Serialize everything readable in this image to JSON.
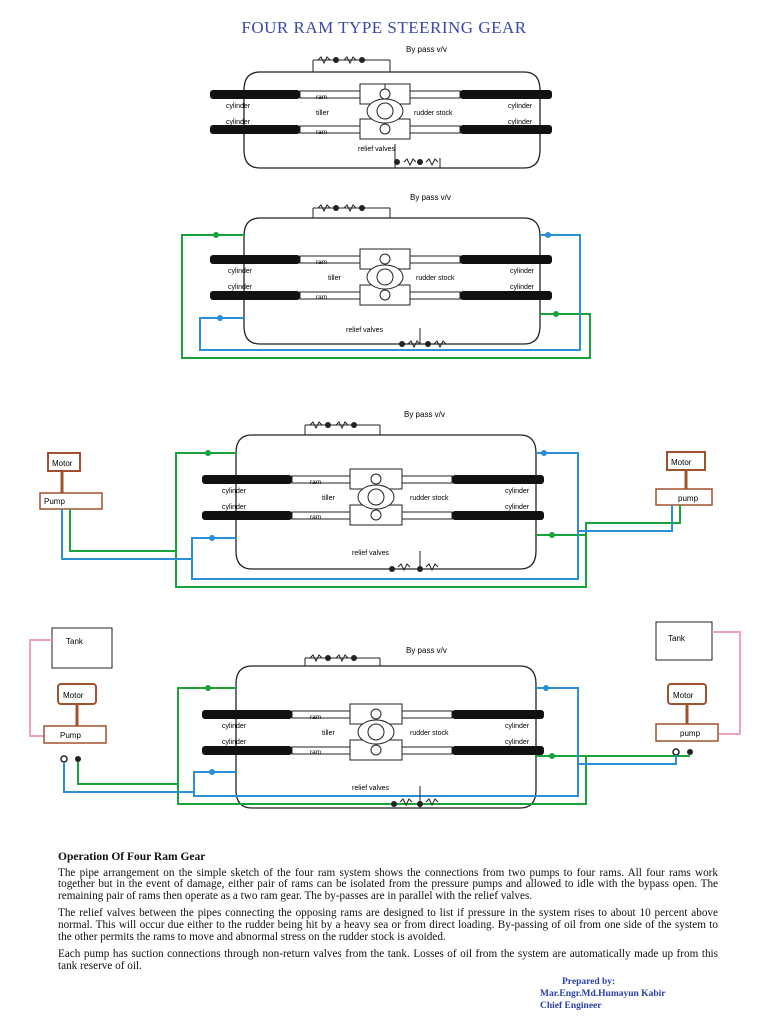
{
  "title": "FOUR RAM TYPE STEERING GEAR",
  "labels": {
    "bypass": "By pass v/v",
    "ram": "ram",
    "cylinder": "cylinder",
    "tiller": "tiller",
    "rudder_stock": "rudder stock",
    "relief_valves": "relief valves",
    "motor": "Motor",
    "pump_left": "Pump",
    "pump_right": "pump",
    "tank": "Tank"
  },
  "colors": {
    "title": "#3a48a8",
    "green_pipe": "#1aa33a",
    "blue_pipe": "#2a8fd4",
    "motor_box": "#a0522d",
    "tank_link": "#f0a0c0"
  },
  "operation": {
    "heading": "Operation Of Four Ram Gear",
    "paragraphs": [
      "The pipe arrangement on the simple sketch of the four ram system shows the connections from two pumps to four rams. All four rams work together but in the event of damage, either pair of rams can be isolated from the pressure pumps and allowed to idle with the bypass open. The remaining pair of rams then operate as a two ram gear. The by-passes are in parallel with the relief valves.",
      "The relief valves between the pipes connecting the opposing rams are designed to list if pressure in the system rises to about 10 percent above normal. This will occur due either to the rudder being hit by a heavy sea or from direct loading. By-passing of oil from one side of the system to the other permits the rams to move and abnormal stress on the rudder stock is avoided.",
      "Each pump has suction connections through non-return valves from the  tank. Losses of oil from the system are automatically made up from this tank reserve of oil."
    ]
  },
  "credit": {
    "prepared_by": "Prepared by:",
    "name": "Mar.Engr.Md.Humayun Kabir",
    "position": "Chief Engineer"
  }
}
